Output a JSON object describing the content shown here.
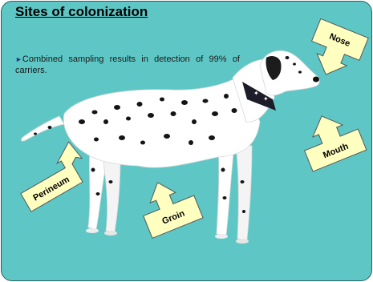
{
  "slide": {
    "title": "Sites of colonization",
    "bullet": {
      "marker": "►",
      "text": "Combined sampling results in detection of 99% of carriers."
    },
    "callouts": [
      {
        "label": "Nose"
      },
      {
        "label": "Mouth"
      },
      {
        "label": "Perineum"
      },
      {
        "label": "Groin"
      }
    ],
    "image": "dalmatian-dog"
  },
  "colors": {
    "background": "#5ec7c5",
    "callout_fill": "#ffffc0",
    "callout_stroke": "#555555",
    "bullet_marker": "#1f3e8c"
  }
}
